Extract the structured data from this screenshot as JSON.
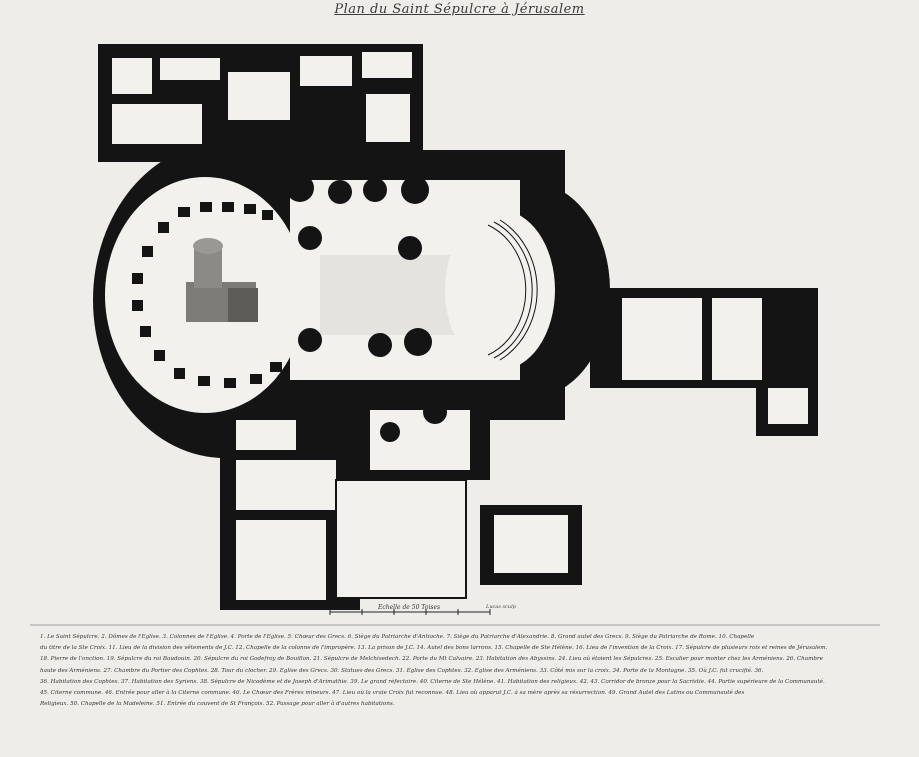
{
  "title": "Plan du Saint Sépulcre à Jérusalem",
  "scale_label": "Echelle de 50 Toises",
  "engraver_signature": "Lucas sculp",
  "legend_lines": [
    "1. Le Saint Sépulcre. 2. Dômes de l'Eglise. 3. Colonnes de l'Eglise. 4. Porte de l'Eglise. 5. Chœur des Grecs. 6. Siège du Patriarche d'Antioche. 7. Siège du Patriarche d'Alexandrie. 8. Grand autel des Grecs. 9. Siège du Patriarche de Rome. 10. Chapelle",
    "du titre de la Ste Croix. 11. Lieu de la division des vêtements de J.C. 12. Chapelle de la colonne de l'impropère. 13. La prison de J.C. 14. Autel des bons larrons. 15. Chapelle de Ste Hélène. 16. Lieu de l'invention de la Croix. 17. Sépulcre de plusieurs rois et reines de Jérusalem.",
    "18. Pierre de l'onction. 19. Sépulcre du roi Baudouin. 20. Sépulcre du roi Godefroy de Bouillon. 21. Sépulcre de Melchisedech. 22. Porte du Mt Calvaire. 23. Habitation des Abyssins. 24. Lieu où étoient les Sépulcres. 25. Escalier pour monter chez les Arméniens. 26. Chambre",
    "haute des Arméniens. 27. Chambre du Portier des Cophtes. 28. Tour du clocher. 29. Eglise des Grecs. 30. Statues des Grecs. 31. Eglise des Cophtes. 32. Eglise des Arméniens. 33. Côté mis sur la croix. 34. Porte de la Montagne. 35. Où J.C. fut crucifié. 36.",
    "36. Habitation des Cophtes. 37. Habitation des Syriens. 38. Sépulcre de Nicodème et de Joseph d'Arimathie. 39. Le grand réfectoire. 40. Citerne de Ste Hélène. 41. Habitation des religieux. 42. 43. Corridor de bronze pour la Sacristie. 44. Partie supérieure de la Communauté.",
    "45. Citerne commune. 46. Entrée pour aller à la Citerne commune. 46. Le Chœur des Frères mineurs. 47. Lieu où la vraie Croix fut reconnue. 48. Lieu où apparut J.C. à sa mère après sa résurrection. 49. Grand Autel des Latins ou Communauté des",
    "Religieux. 50. Chapelle de la Madeleine. 51. Entrée du couvent de St François. 52. Passage pour aller à d'autres habitations."
  ]
}
